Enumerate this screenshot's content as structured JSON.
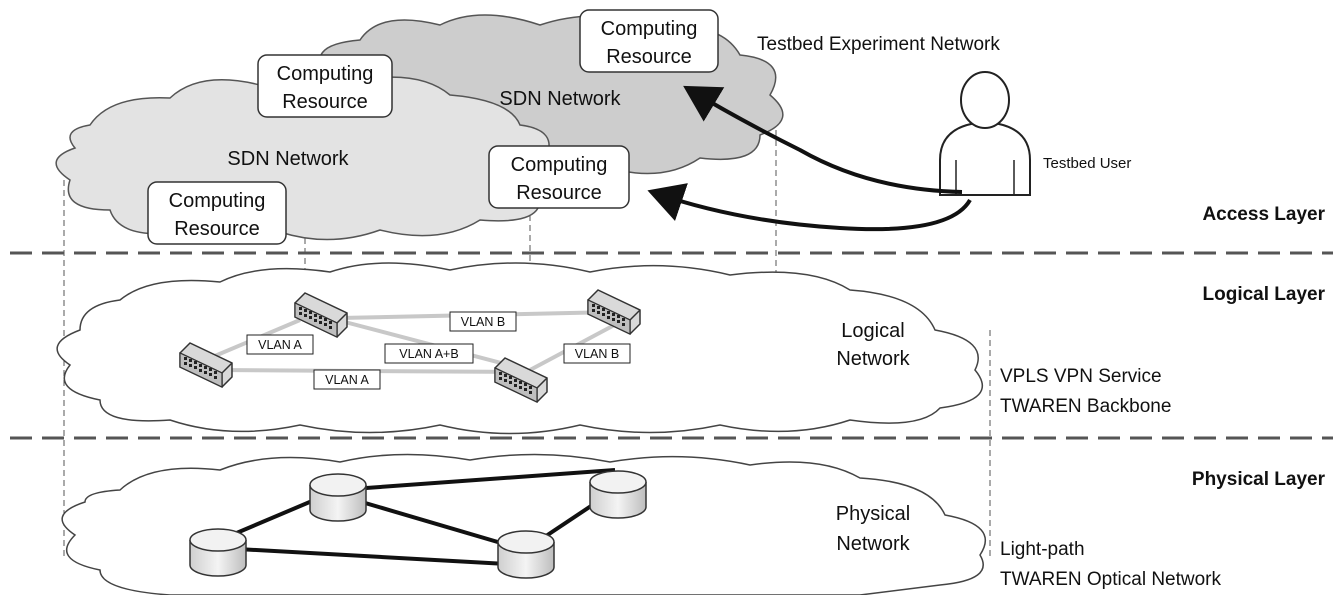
{
  "access_layer": {
    "title": "Testbed Experiment Network",
    "layer_label": "Access Layer",
    "user_label": "Testbed User",
    "sdn_networks": [
      {
        "label": "SDN Network"
      },
      {
        "label": "SDN Network"
      }
    ],
    "computing_resources": [
      {
        "line1": "Computing",
        "line2": "Resource"
      },
      {
        "line1": "Computing",
        "line2": "Resource"
      },
      {
        "line1": "Computing",
        "line2": "Resource"
      },
      {
        "line1": "Computing",
        "line2": "Resource"
      }
    ]
  },
  "logical_layer": {
    "layer_label": "Logical Layer",
    "network_line1": "Logical",
    "network_line2": "Network",
    "service_line1": "VPLS VPN Service",
    "service_line2": "TWAREN Backbone",
    "vlans": [
      "VLAN A",
      "VLAN B",
      "VLAN A+B",
      "VLAN B",
      "VLAN A"
    ]
  },
  "physical_layer": {
    "layer_label": "Physical Layer",
    "network_line1": "Physical",
    "network_line2": "Network",
    "service_line1": "Light-path",
    "service_line2": "TWAREN Optical Network"
  }
}
